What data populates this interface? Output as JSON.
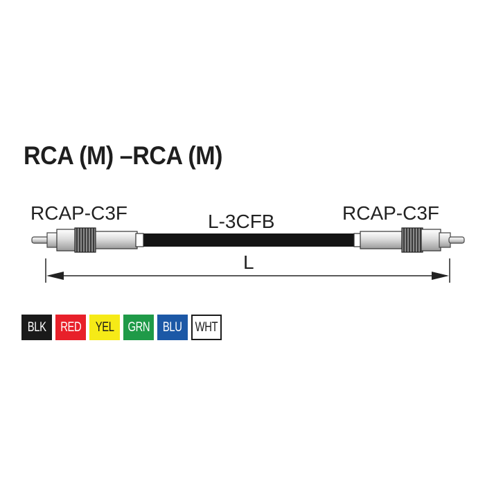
{
  "title": "RCA (M) –RCA (M)",
  "connector_left": "RCAP-C3F",
  "cable_type": "L-3CFB",
  "connector_right": "RCAP-C3F",
  "length_label": "L",
  "colors": [
    {
      "code": "BLK",
      "bg": "#1a1a1a",
      "fg": "#ffffff",
      "border": "#1a1a1a"
    },
    {
      "code": "RED",
      "bg": "#e8202a",
      "fg": "#ffffff",
      "border": "#e8202a"
    },
    {
      "code": "YEL",
      "bg": "#f6ea17",
      "fg": "#1a1a1a",
      "border": "#f6ea17"
    },
    {
      "code": "GRN",
      "bg": "#1f9a48",
      "fg": "#ffffff",
      "border": "#1f9a48"
    },
    {
      "code": "BLU",
      "bg": "#1c58a6",
      "fg": "#ffffff",
      "border": "#1c58a6"
    },
    {
      "code": "WHT",
      "bg": "#ffffff",
      "fg": "#1a1a1a",
      "border": "#1a1a1a"
    }
  ]
}
